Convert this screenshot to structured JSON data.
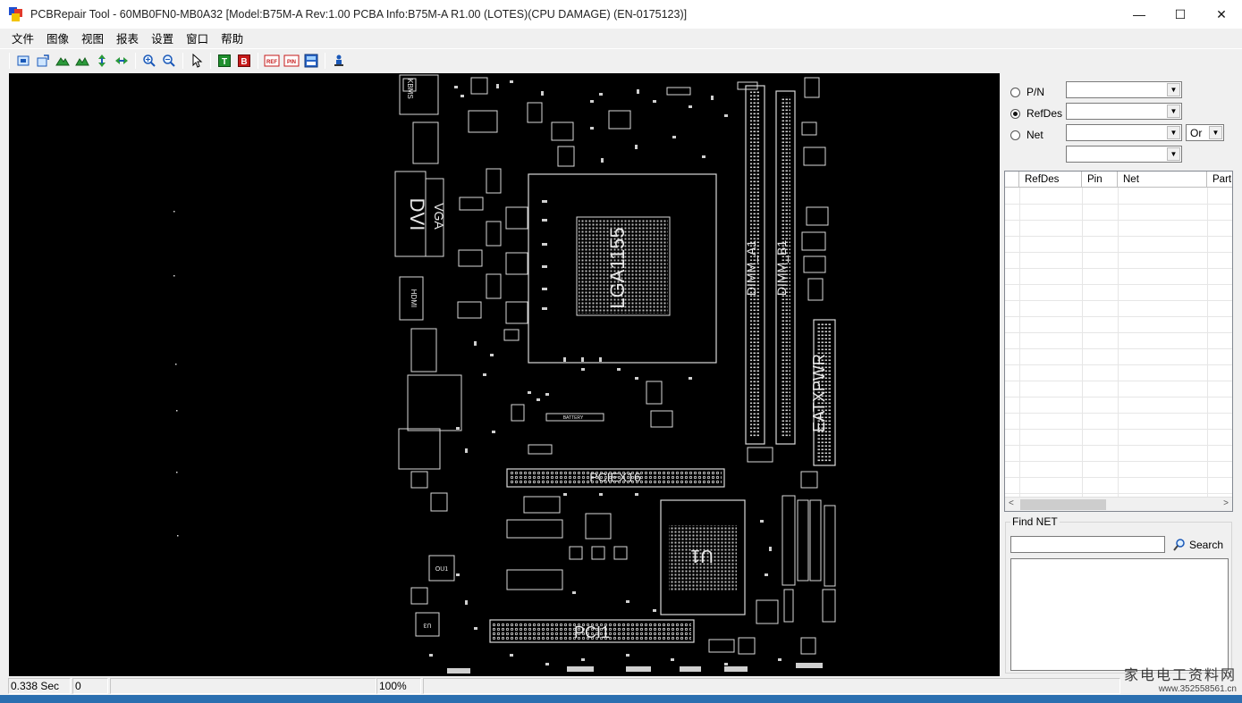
{
  "window": {
    "title": "PCBRepair Tool - 60MB0FN0-MB0A32 [Model:B75M-A Rev:1.00 PCBA Info:B75M-A R1.00 (LOTES)(CPU DAMAGE)  (EN-0175123)]",
    "minimize": "—",
    "maximize": "☐",
    "close": "✕"
  },
  "menu": [
    "文件",
    "图像",
    "视图",
    "报表",
    "设置",
    "窗口",
    "帮助"
  ],
  "toolbar": {
    "buttons": [
      "fit-window",
      "rotate",
      "mirror-top",
      "mirror-bottom",
      "flip-vertical",
      "flip-horizontal",
      "zoom-in",
      "zoom-out",
      "pointer",
      "top-layer",
      "bottom-layer",
      "ref-label",
      "pin-label",
      "net-view",
      "tool-person"
    ],
    "top_label": "T",
    "bottom_label": "B",
    "ref_label": "REF",
    "pin_label": "PIN"
  },
  "pcb": {
    "labels": {
      "dvi": "DVI",
      "vga": "VGA",
      "hdmi": "HDMI",
      "cpu_socket": "LGA1155",
      "dimm_a1": "DIMM_A1",
      "dimm_b1": "DIMM_B1",
      "eatxpwr": "EATXPWR",
      "pciex16": "PCIEX16",
      "pci1": "PCI1",
      "chipset": "U1",
      "kbms": "KBMS",
      "battery": "BATTERY",
      "ou1": "OU1",
      "u3": "U3"
    },
    "colors": {
      "background": "#000000",
      "stroke": "#d8d8d8"
    }
  },
  "search": {
    "pn_label": "P/N",
    "refdes_label": "RefDes",
    "net_label": "Net",
    "selected": "RefDes",
    "logic_value": "Or"
  },
  "grid": {
    "columns": [
      "RefDes",
      "Pin",
      "Net",
      "Part"
    ]
  },
  "findnet": {
    "legend": "Find NET",
    "search_label": "Search"
  },
  "status": {
    "time": "0.338 Sec",
    "count": "0",
    "zoom": "100%"
  },
  "watermark": {
    "main": "家电电工资料网",
    "url": "www.352558561.cn"
  }
}
